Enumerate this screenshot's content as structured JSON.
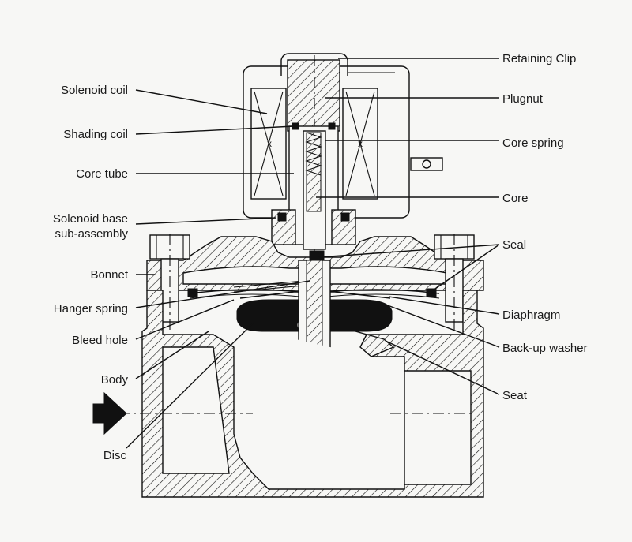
{
  "labels_right": [
    {
      "id": "retaining-clip",
      "text": "Retaining Clip"
    },
    {
      "id": "plugnut",
      "text": "Plugnut"
    },
    {
      "id": "core-spring",
      "text": "Core spring"
    },
    {
      "id": "core",
      "text": "Core"
    },
    {
      "id": "seal",
      "text": "Seal"
    },
    {
      "id": "diaphragm",
      "text": "Diaphragm"
    },
    {
      "id": "back-up-washer",
      "text": "Back-up washer"
    },
    {
      "id": "seat",
      "text": "Seat"
    }
  ],
  "labels_left": [
    {
      "id": "solenoid-coil",
      "text": "Solenoid coil"
    },
    {
      "id": "shading-coil",
      "text": "Shading coil"
    },
    {
      "id": "core-tube",
      "text": "Core tube"
    },
    {
      "id": "solenoid-base-1",
      "text": "Solenoid base"
    },
    {
      "id": "solenoid-base-2",
      "text": "sub-assembly"
    },
    {
      "id": "bonnet",
      "text": "Bonnet"
    },
    {
      "id": "hanger-spring",
      "text": "Hanger spring"
    },
    {
      "id": "bleed-hole",
      "text": "Bleed hole"
    },
    {
      "id": "body",
      "text": "Body"
    },
    {
      "id": "disc",
      "text": "Disc"
    }
  ],
  "coil_marks": [
    "x",
    "x"
  ]
}
